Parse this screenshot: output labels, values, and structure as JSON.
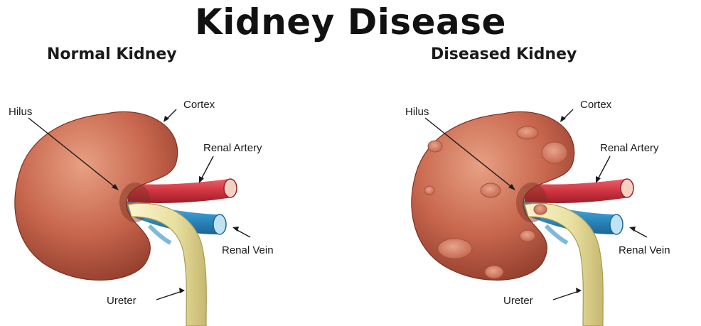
{
  "title": "Kidney Disease",
  "panels": [
    {
      "id": "normal",
      "title": "Normal Kidney",
      "labels": {
        "hilus": "Hilus",
        "cortex": "Cortex",
        "renal_artery": "Renal Artery",
        "renal_vein": "Renal Vein",
        "ureter": "Ureter"
      }
    },
    {
      "id": "diseased",
      "title": "Diseased Kidney",
      "labels": {
        "hilus": "Hilus",
        "cortex": "Cortex",
        "renal_artery": "Renal Artery",
        "renal_vein": "Renal Vein",
        "ureter": "Ureter"
      }
    }
  ],
  "colors": {
    "kidney": "#c4644c",
    "kidney_light": "#e39a7c",
    "kidney_dark": "#8e3a2a",
    "artery": "#d03a42",
    "vein": "#2f8fc6",
    "ureter": "#e9dfa0",
    "ureter_edge": "#b8a862"
  }
}
